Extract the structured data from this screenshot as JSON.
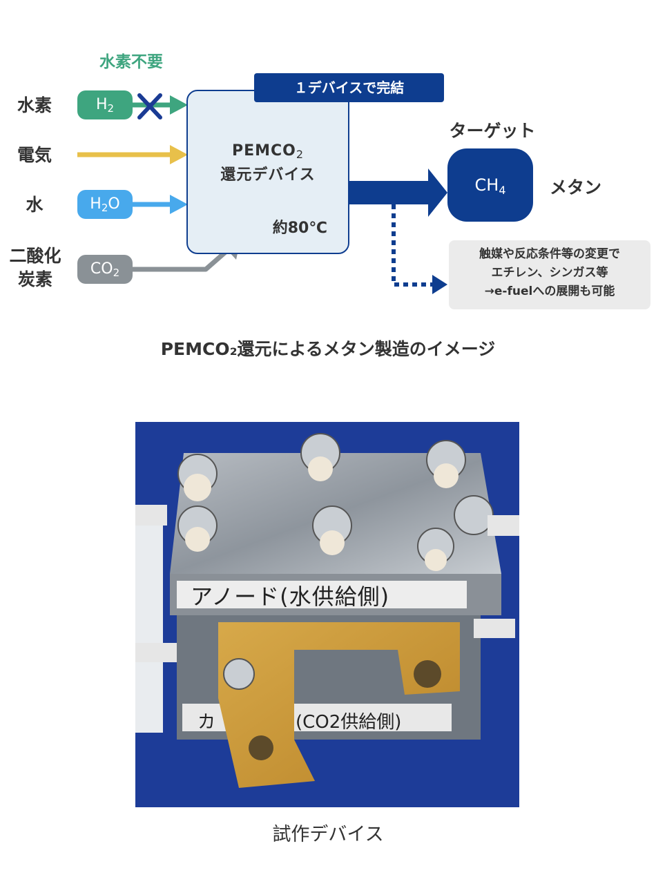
{
  "diagram": {
    "no_hydrogen_label": "水素不要",
    "inputs": [
      {
        "label": "水素",
        "formula": "H",
        "sub": "2",
        "color": "#3ea57f"
      },
      {
        "label": "電気",
        "color": "#e8c04a"
      },
      {
        "label": "水",
        "formula": "H",
        "sub": "2",
        "formula_tail": "O",
        "color": "#48a9ec"
      },
      {
        "label_line1": "二酸化",
        "label_line2": "炭素",
        "formula": "CO",
        "sub": "2",
        "color": "#8a9196"
      }
    ],
    "banner": "１デバイスで完結",
    "device": {
      "line1_main": "PEMCO",
      "line1_sub": "2",
      "line2": "還元デバイス",
      "temperature": "約80℃"
    },
    "target": {
      "heading": "ターゲット",
      "formula": "CH",
      "sub": "4",
      "name": "メタン"
    },
    "note": {
      "line1": "触媒や反応条件等の変更で",
      "line2": "エチレン、シンガス等",
      "line3": "→e-fuelへの展開も可能"
    },
    "caption": "PEMCO₂還元によるメタン製造のイメージ",
    "colors": {
      "navy": "#0e3d8f",
      "panel": "#e5eef5",
      "green": "#3ea57f"
    }
  },
  "photo": {
    "label_anode": "アノード(水供給側)",
    "label_cathode_a": "カ",
    "label_cathode_b": "(CO2供給側)",
    "caption": "試作デバイス"
  }
}
